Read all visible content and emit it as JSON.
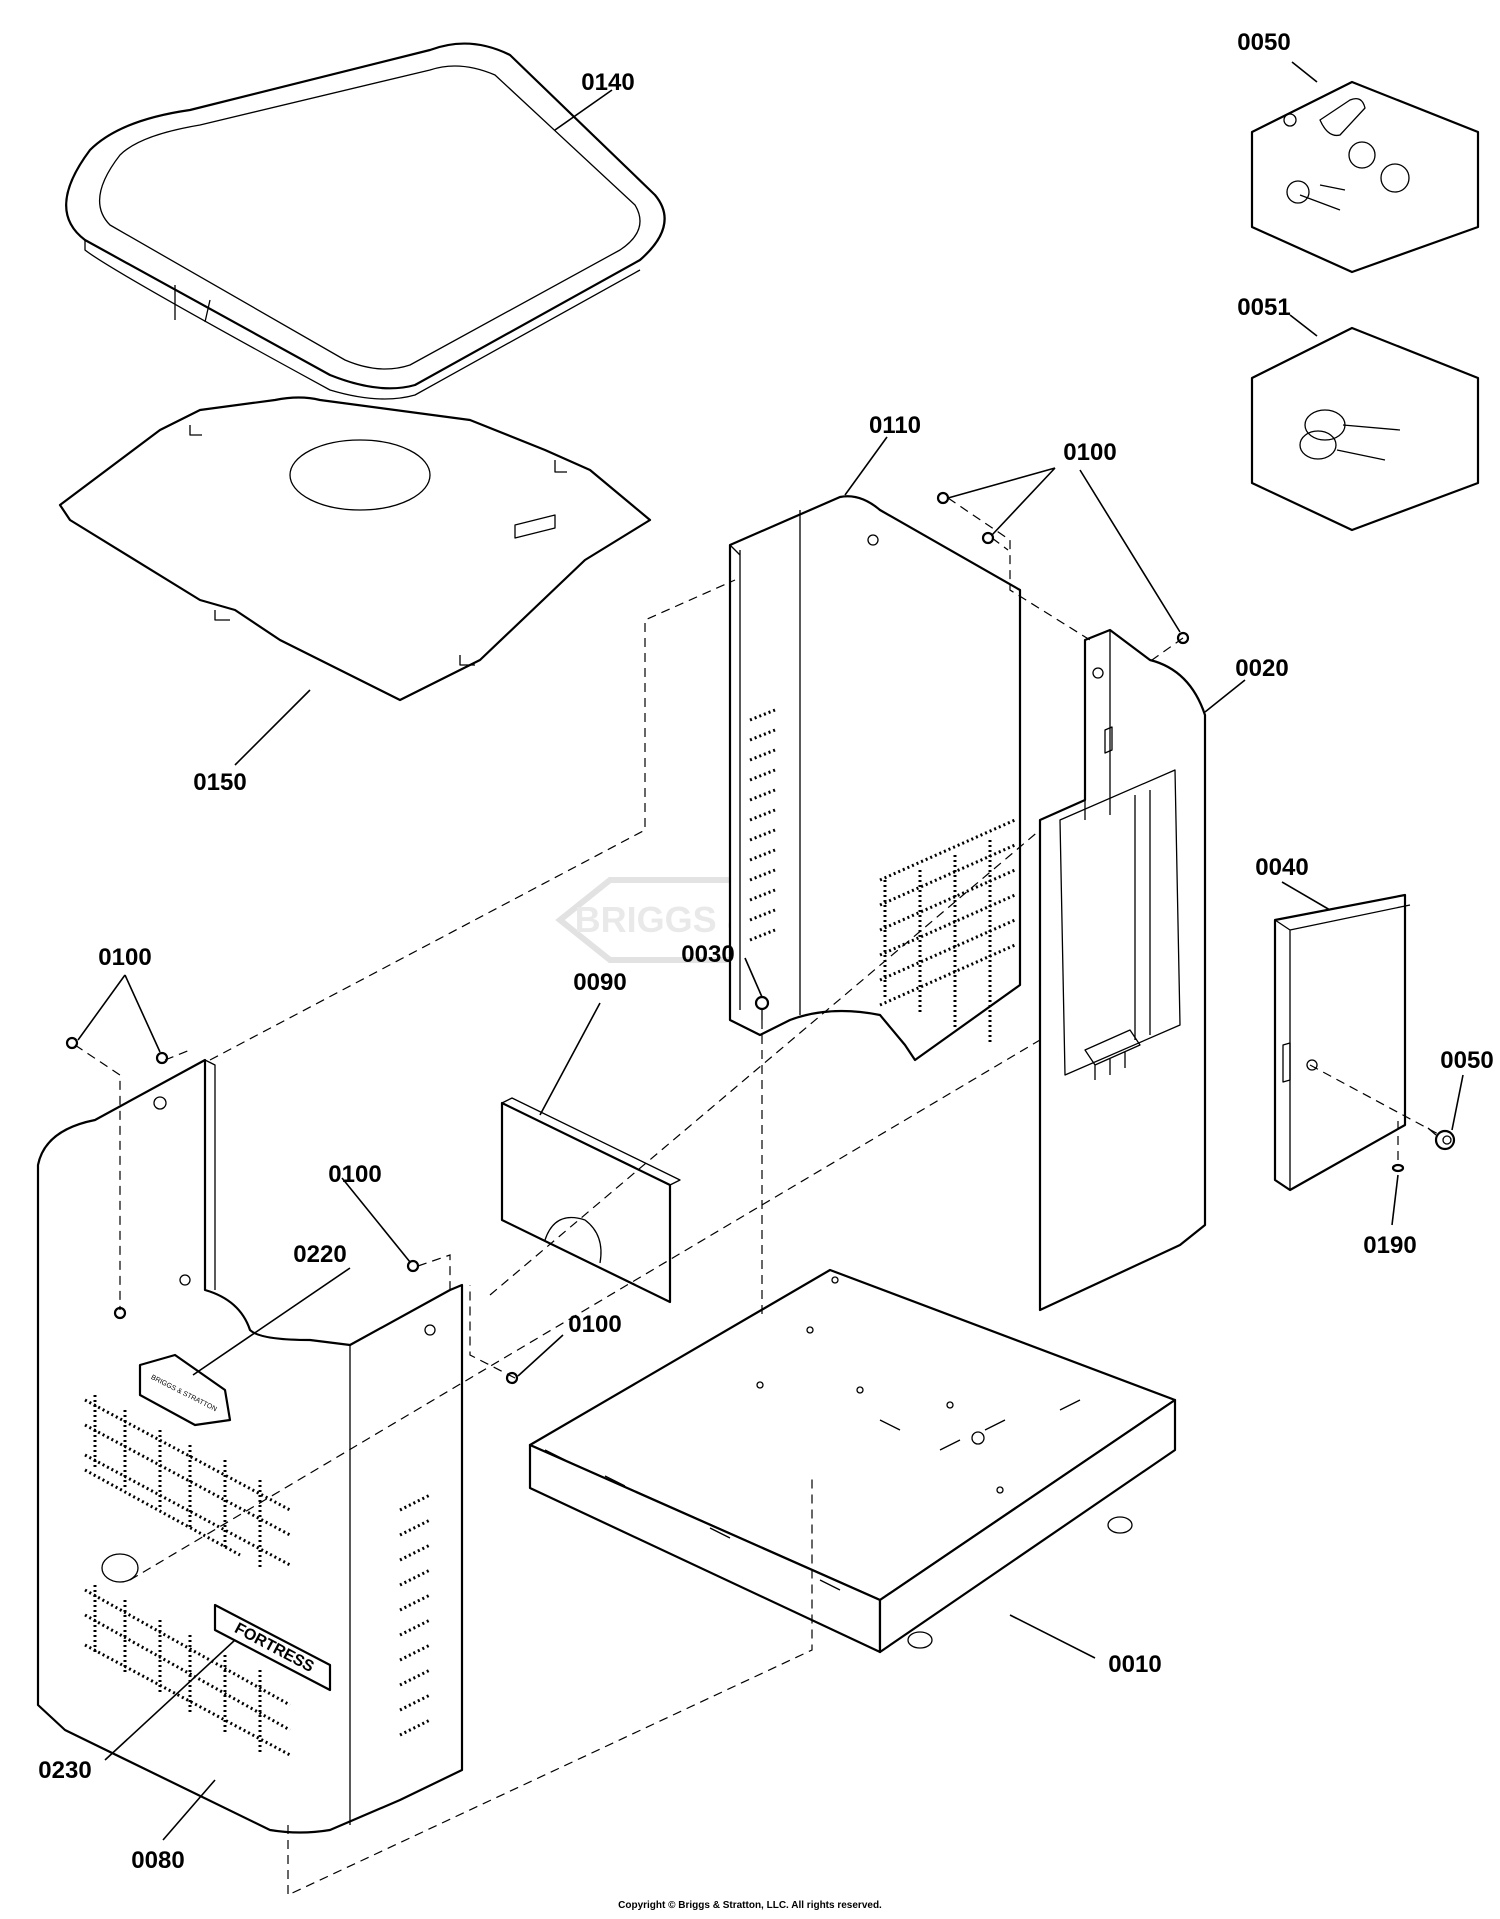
{
  "callouts": {
    "c0140": "0140",
    "c0150": "0150",
    "c0110": "0110",
    "c0100_top": "0100",
    "c0020": "0020",
    "c0050_kit": "0050",
    "c0051": "0051",
    "c0040": "0040",
    "c0050_lock": "0050",
    "c0190": "0190",
    "c0030": "0030",
    "c0090": "0090",
    "c0100_left": "0100",
    "c0100_mid": "0100",
    "c0220": "0220",
    "c0100_lower": "0100",
    "c0010": "0010",
    "c0230": "0230",
    "c0080": "0080"
  },
  "labels": {
    "watermark": "BRIGGS & STRATTON",
    "badge_fortress": "FORTRESS",
    "badge_logo": "BRIGGS & STRATTON",
    "copyright": "Copyright © Briggs & Stratton, LLC. All rights reserved."
  },
  "icons": {
    "kit_0050": "lock-kit-icon",
    "kit_0051": "key-set-icon"
  }
}
